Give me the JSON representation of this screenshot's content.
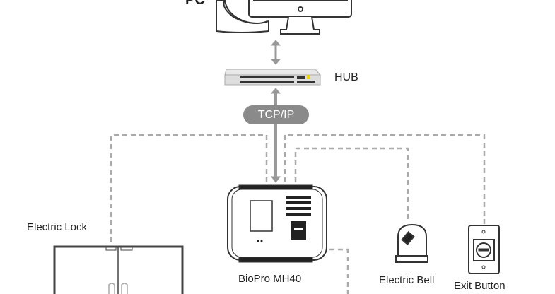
{
  "labels": {
    "pc": "PC",
    "hub": "HUB",
    "protocol": "TCP/IP",
    "device": "BioPro MH40",
    "lock": "Electric Lock",
    "bell": "Electric Bell",
    "exit": "Exit Button"
  },
  "colors": {
    "line": "#999999",
    "outline": "#333333",
    "pill": "#8a8a8a",
    "hub_led": "#f2d600"
  }
}
